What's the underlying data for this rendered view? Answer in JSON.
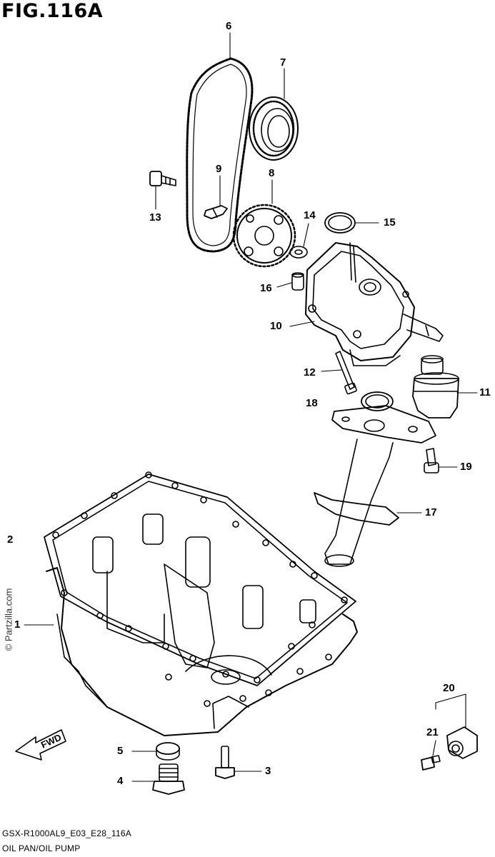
{
  "figure": {
    "title": "FIG.116A"
  },
  "callouts": {
    "c1": "1",
    "c2": "2",
    "c3": "3",
    "c4": "4",
    "c5": "5",
    "c6": "6",
    "c7": "7",
    "c8": "8",
    "c9": "9",
    "c10": "10",
    "c11": "11",
    "c12": "12",
    "c13": "13",
    "c14": "14",
    "c15": "15",
    "c16": "16",
    "c17": "17",
    "c18": "18",
    "c19": "19",
    "c20": "20",
    "c21": "21"
  },
  "fwd_label": "FWD",
  "watermark": "© Partzilla.com",
  "footer": {
    "model_code": "GSX-R1000AL9_E03_E28_116A",
    "section_name": "OIL PAN/OIL PUMP"
  }
}
